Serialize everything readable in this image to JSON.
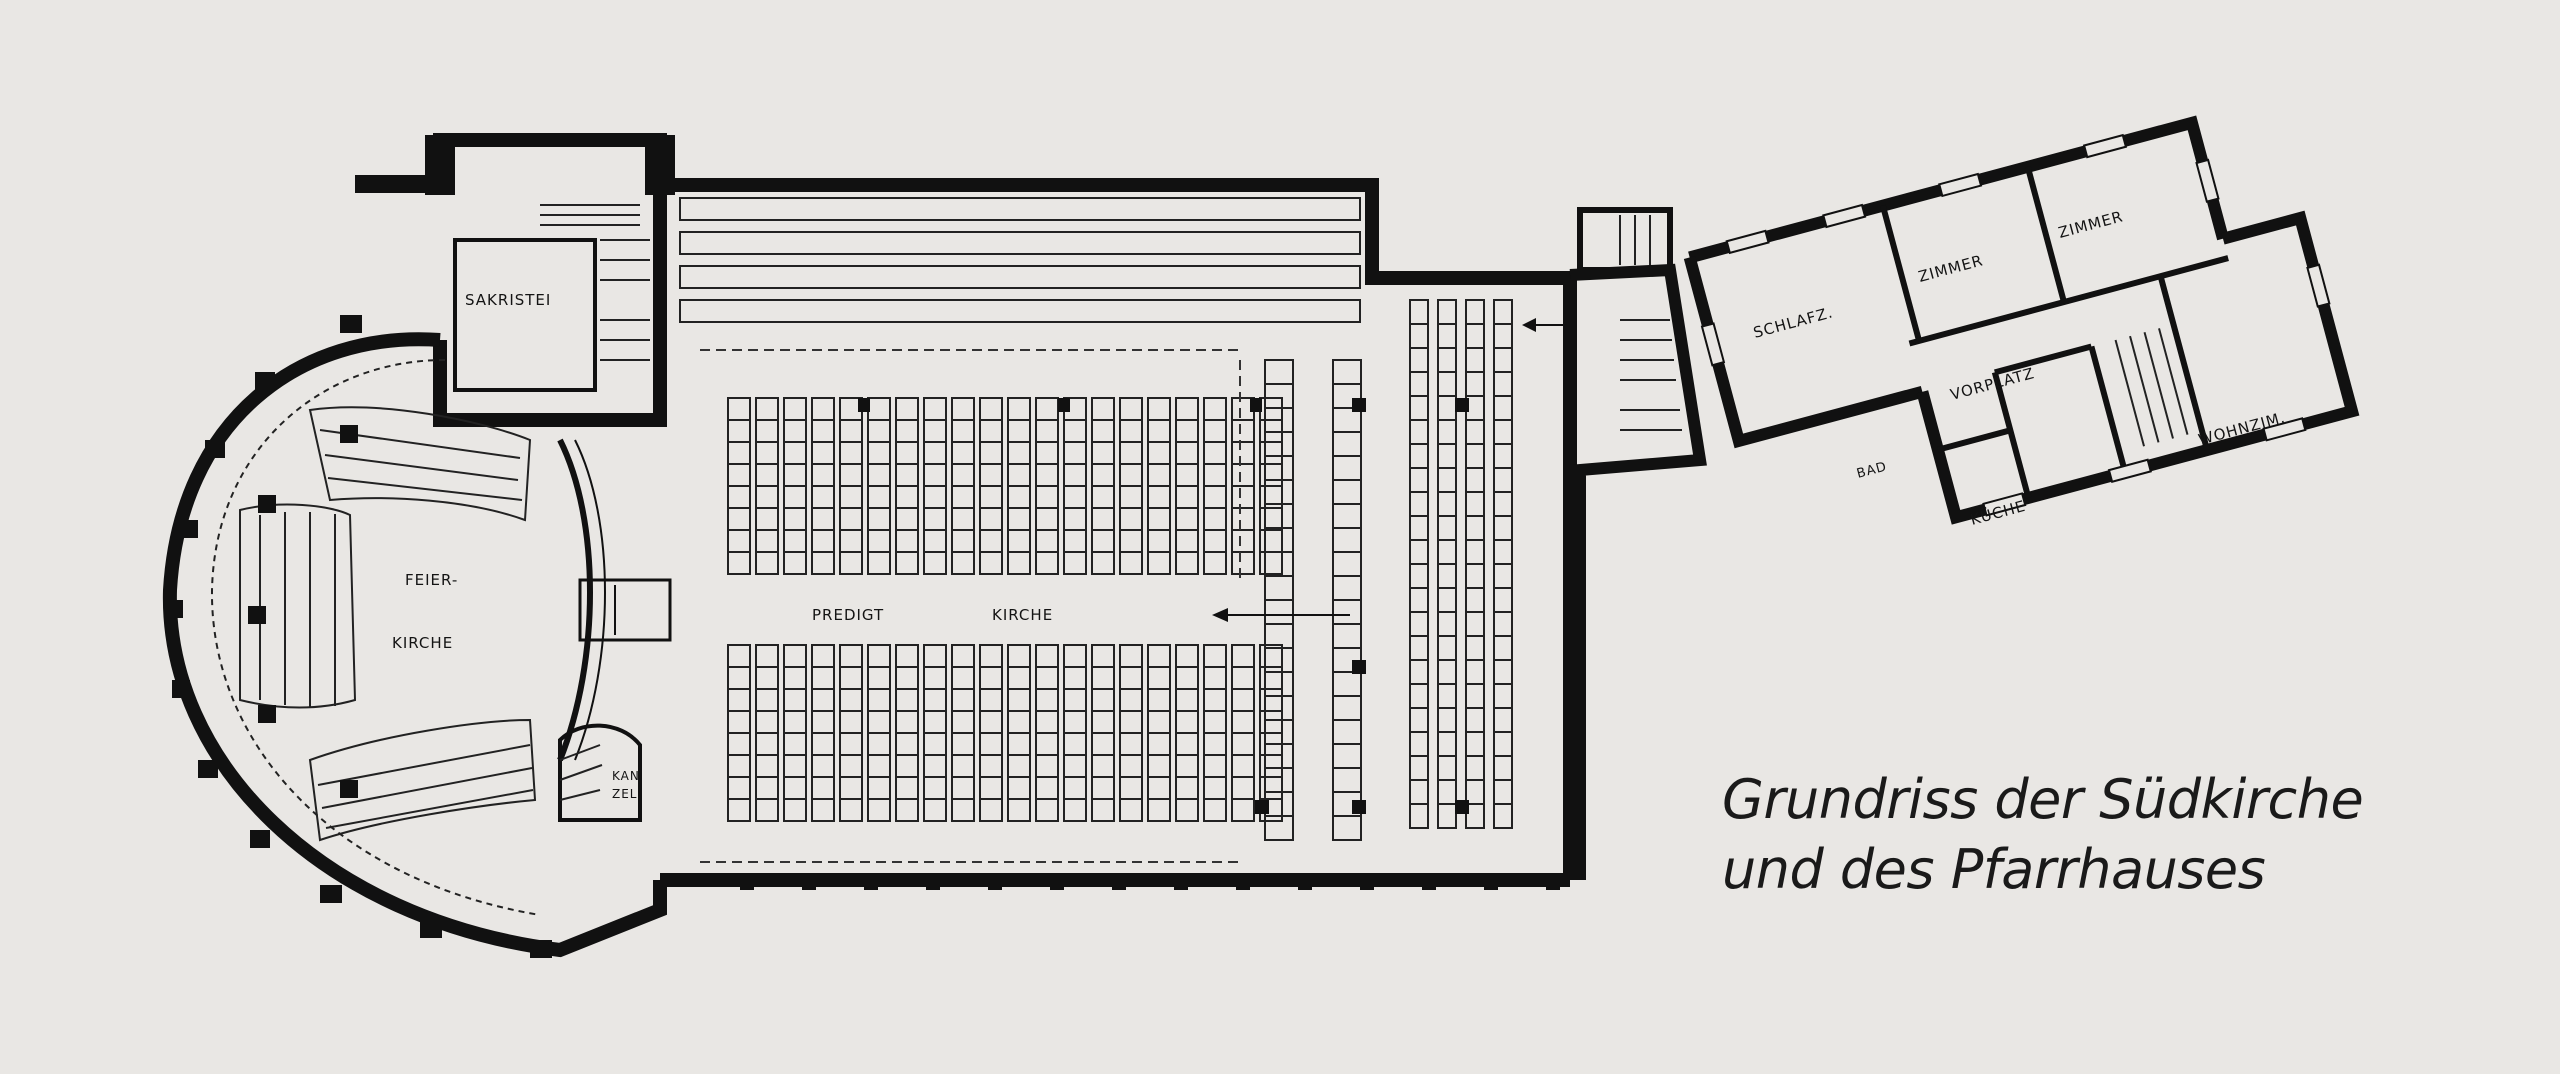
{
  "rooms": {
    "sakristei": "SAKRISTEI",
    "feier_1": "FEIER-",
    "feier_2": "KIRCHE",
    "predigt": "PREDIGT",
    "kirche": "KIRCHE",
    "kanzel_1": "KAN",
    "kanzel_2": "ZEL",
    "schlafz": "SCHLAFZ.",
    "zimmer_a": "ZIMMER",
    "zimmer_b": "ZIMMER",
    "vorplatz": "VORPLATZ",
    "wohnzim": "WOHNZIM.",
    "bad": "BAD",
    "kueche": "KÜCHE"
  },
  "caption": {
    "line1": "Grundriss der Südkirche",
    "line2": "und des Pfarrhauses"
  }
}
